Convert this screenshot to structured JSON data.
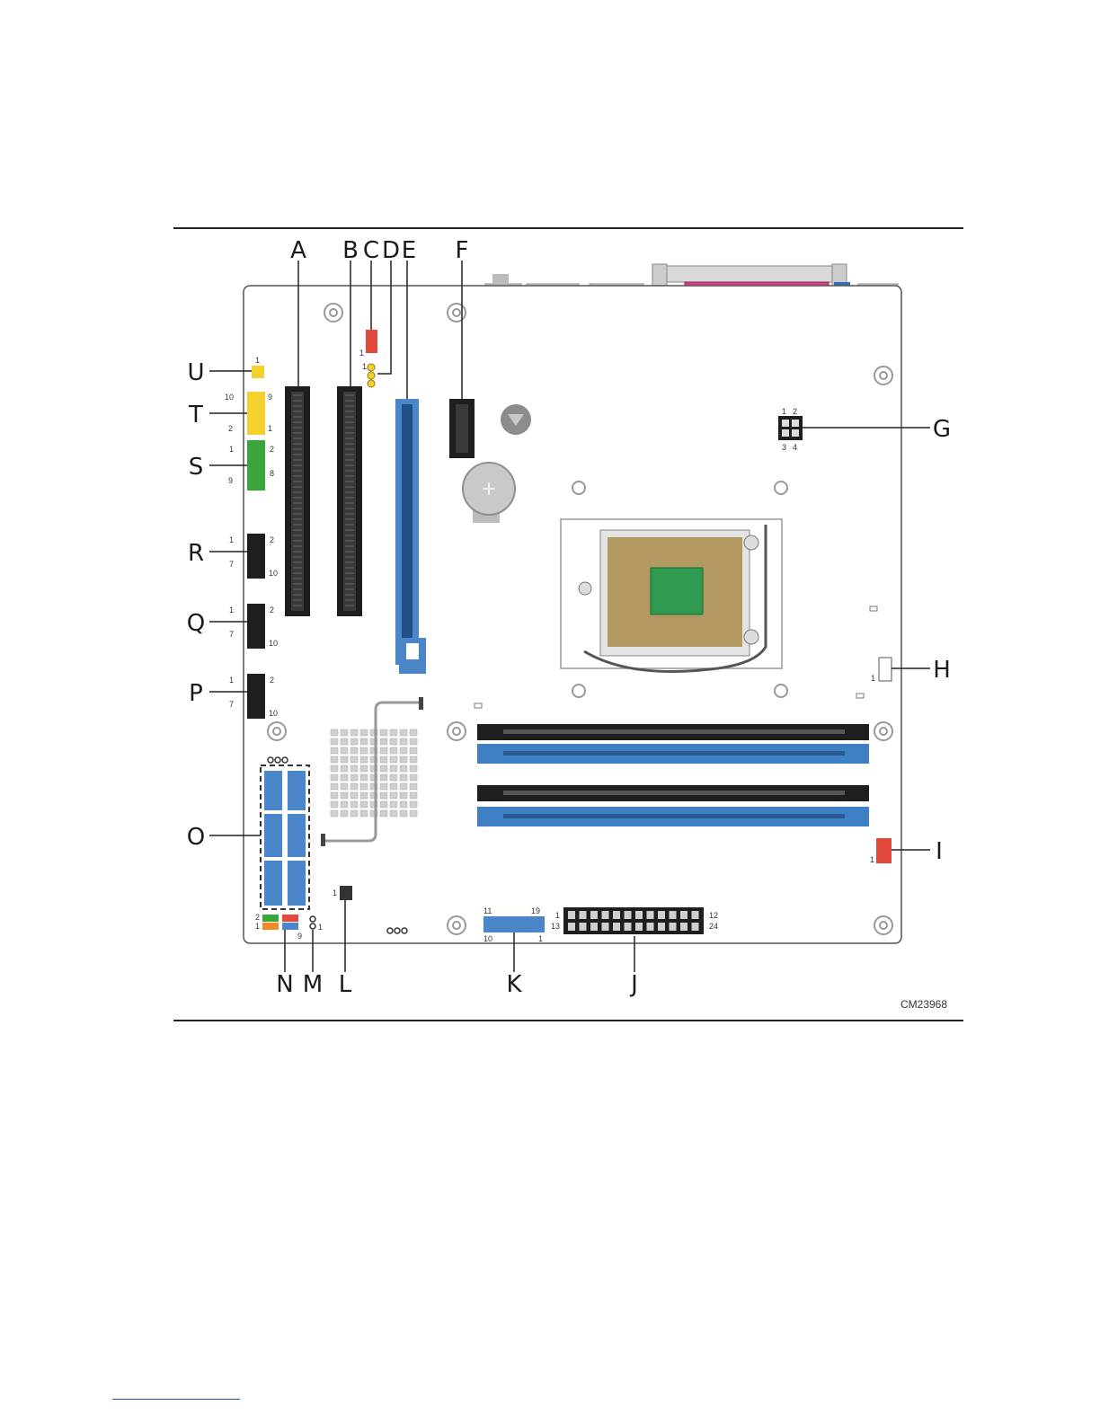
{
  "figure": {
    "id_label": "CM23968"
  },
  "callouts": {
    "A": "A",
    "B": "B",
    "C": "C",
    "D": "D",
    "E": "E",
    "F": "F",
    "G": "G",
    "H": "H",
    "I": "I",
    "J": "J",
    "K": "K",
    "L": "L",
    "M": "M",
    "N": "N",
    "O": "O",
    "P": "P",
    "Q": "Q",
    "R": "R",
    "S": "S",
    "T": "T",
    "U": "U"
  },
  "pin_labels": {
    "c_pin1": "1",
    "d_pin1": "1",
    "u_pin1": "1",
    "t_pin10": "10",
    "t_pin9": "9",
    "t_pin2": "2",
    "t_pin1": "1",
    "s_pin1": "1",
    "s_pin2": "2",
    "s_pin9": "9",
    "s_pin8": "8",
    "r_pin1": "1",
    "r_pin2": "2",
    "r_pin7": "7",
    "r_pin10": "10",
    "q_pin1": "1",
    "q_pin2": "2",
    "q_pin7": "7",
    "q_pin10": "10",
    "p_pin1": "1",
    "p_pin2": "2",
    "p_pin7": "7",
    "p_pin10": "10",
    "g_pin1": "1",
    "g_pin2": "2",
    "g_pin3": "3",
    "g_pin4": "4",
    "h_pin1": "1",
    "i_pin1": "1",
    "j_pin1": "1",
    "j_pin12": "12",
    "j_pin13": "13",
    "j_pin24": "24",
    "k_pin11": "11",
    "k_pin19": "19",
    "k_pin10": "10",
    "k_pin1": "1",
    "l_pin1": "1",
    "m_pin1": "1",
    "n_pin2": "2",
    "n_pin1": "1",
    "n_pin9": "9"
  },
  "colors": {
    "board_outline": "#555555",
    "slot_black": "#1e1e1e",
    "pcie_blue": "#4a86c8",
    "dimm_blue": "#3f7fc4",
    "parallel_magenta": "#d2408a",
    "header_yellow": "#f2d22a",
    "header_green": "#3aa63a",
    "header_red": "#e0493c",
    "socket_gold": "#b29a62",
    "cpu_green": "#2e9b50"
  }
}
